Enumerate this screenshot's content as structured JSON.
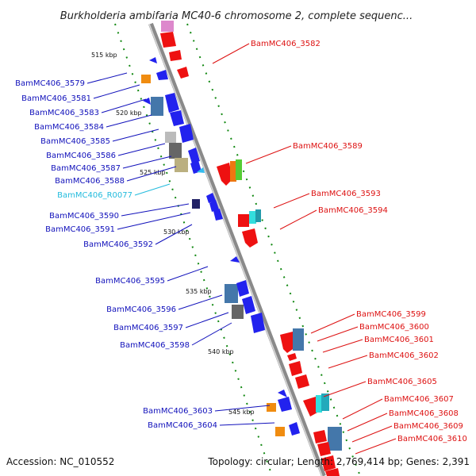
{
  "header": {
    "title": "Burkholderia ambifaria MC40-6 chromosome 2, complete sequenc..."
  },
  "footer": {
    "accession": "Accession: NC_010552",
    "summary": "Topology: circular; Length: 2,769,414 bp; Genes: 2,391"
  },
  "colors": {
    "left_label": "#1111bb",
    "right_label": "#dd1111",
    "rna_label": "#22bbdd",
    "backbone": "#999999",
    "tick": "#118811"
  },
  "scale_marks": [
    "515 kbp",
    "520 kbp",
    "525 kbp",
    "530 kbp",
    "535 kbp",
    "540 kbp",
    "545 kbp"
  ],
  "left_labels": [
    {
      "text": "BamMC406_3579",
      "kind": "gene"
    },
    {
      "text": "BamMC406_3581",
      "kind": "gene"
    },
    {
      "text": "BamMC406_3583",
      "kind": "gene"
    },
    {
      "text": "BamMC406_3584",
      "kind": "gene"
    },
    {
      "text": "BamMC406_3585",
      "kind": "gene"
    },
    {
      "text": "BamMC406_3586",
      "kind": "gene"
    },
    {
      "text": "BamMC406_3587",
      "kind": "gene"
    },
    {
      "text": "BamMC406_3588",
      "kind": "gene"
    },
    {
      "text": "BamMC406_R0077",
      "kind": "rna"
    },
    {
      "text": "BamMC406_3590",
      "kind": "gene"
    },
    {
      "text": "BamMC406_3591",
      "kind": "gene"
    },
    {
      "text": "BamMC406_3592",
      "kind": "gene"
    },
    {
      "text": "BamMC406_3595",
      "kind": "gene"
    },
    {
      "text": "BamMC406_3596",
      "kind": "gene"
    },
    {
      "text": "BamMC406_3597",
      "kind": "gene"
    },
    {
      "text": "BamMC406_3598",
      "kind": "gene"
    },
    {
      "text": "BamMC406_3603",
      "kind": "gene"
    },
    {
      "text": "BamMC406_3604",
      "kind": "gene"
    }
  ],
  "right_labels": [
    {
      "text": "BamMC406_3582"
    },
    {
      "text": "BamMC406_3589"
    },
    {
      "text": "BamMC406_3593"
    },
    {
      "text": "BamMC406_3594"
    },
    {
      "text": "BamMC406_3599"
    },
    {
      "text": "BamMC406_3600"
    },
    {
      "text": "BamMC406_3601"
    },
    {
      "text": "BamMC406_3602"
    },
    {
      "text": "BamMC406_3605"
    },
    {
      "text": "BamMC406_3607"
    },
    {
      "text": "BamMC406_3608"
    },
    {
      "text": "BamMC406_3609"
    },
    {
      "text": "BamMC406_3610"
    }
  ]
}
